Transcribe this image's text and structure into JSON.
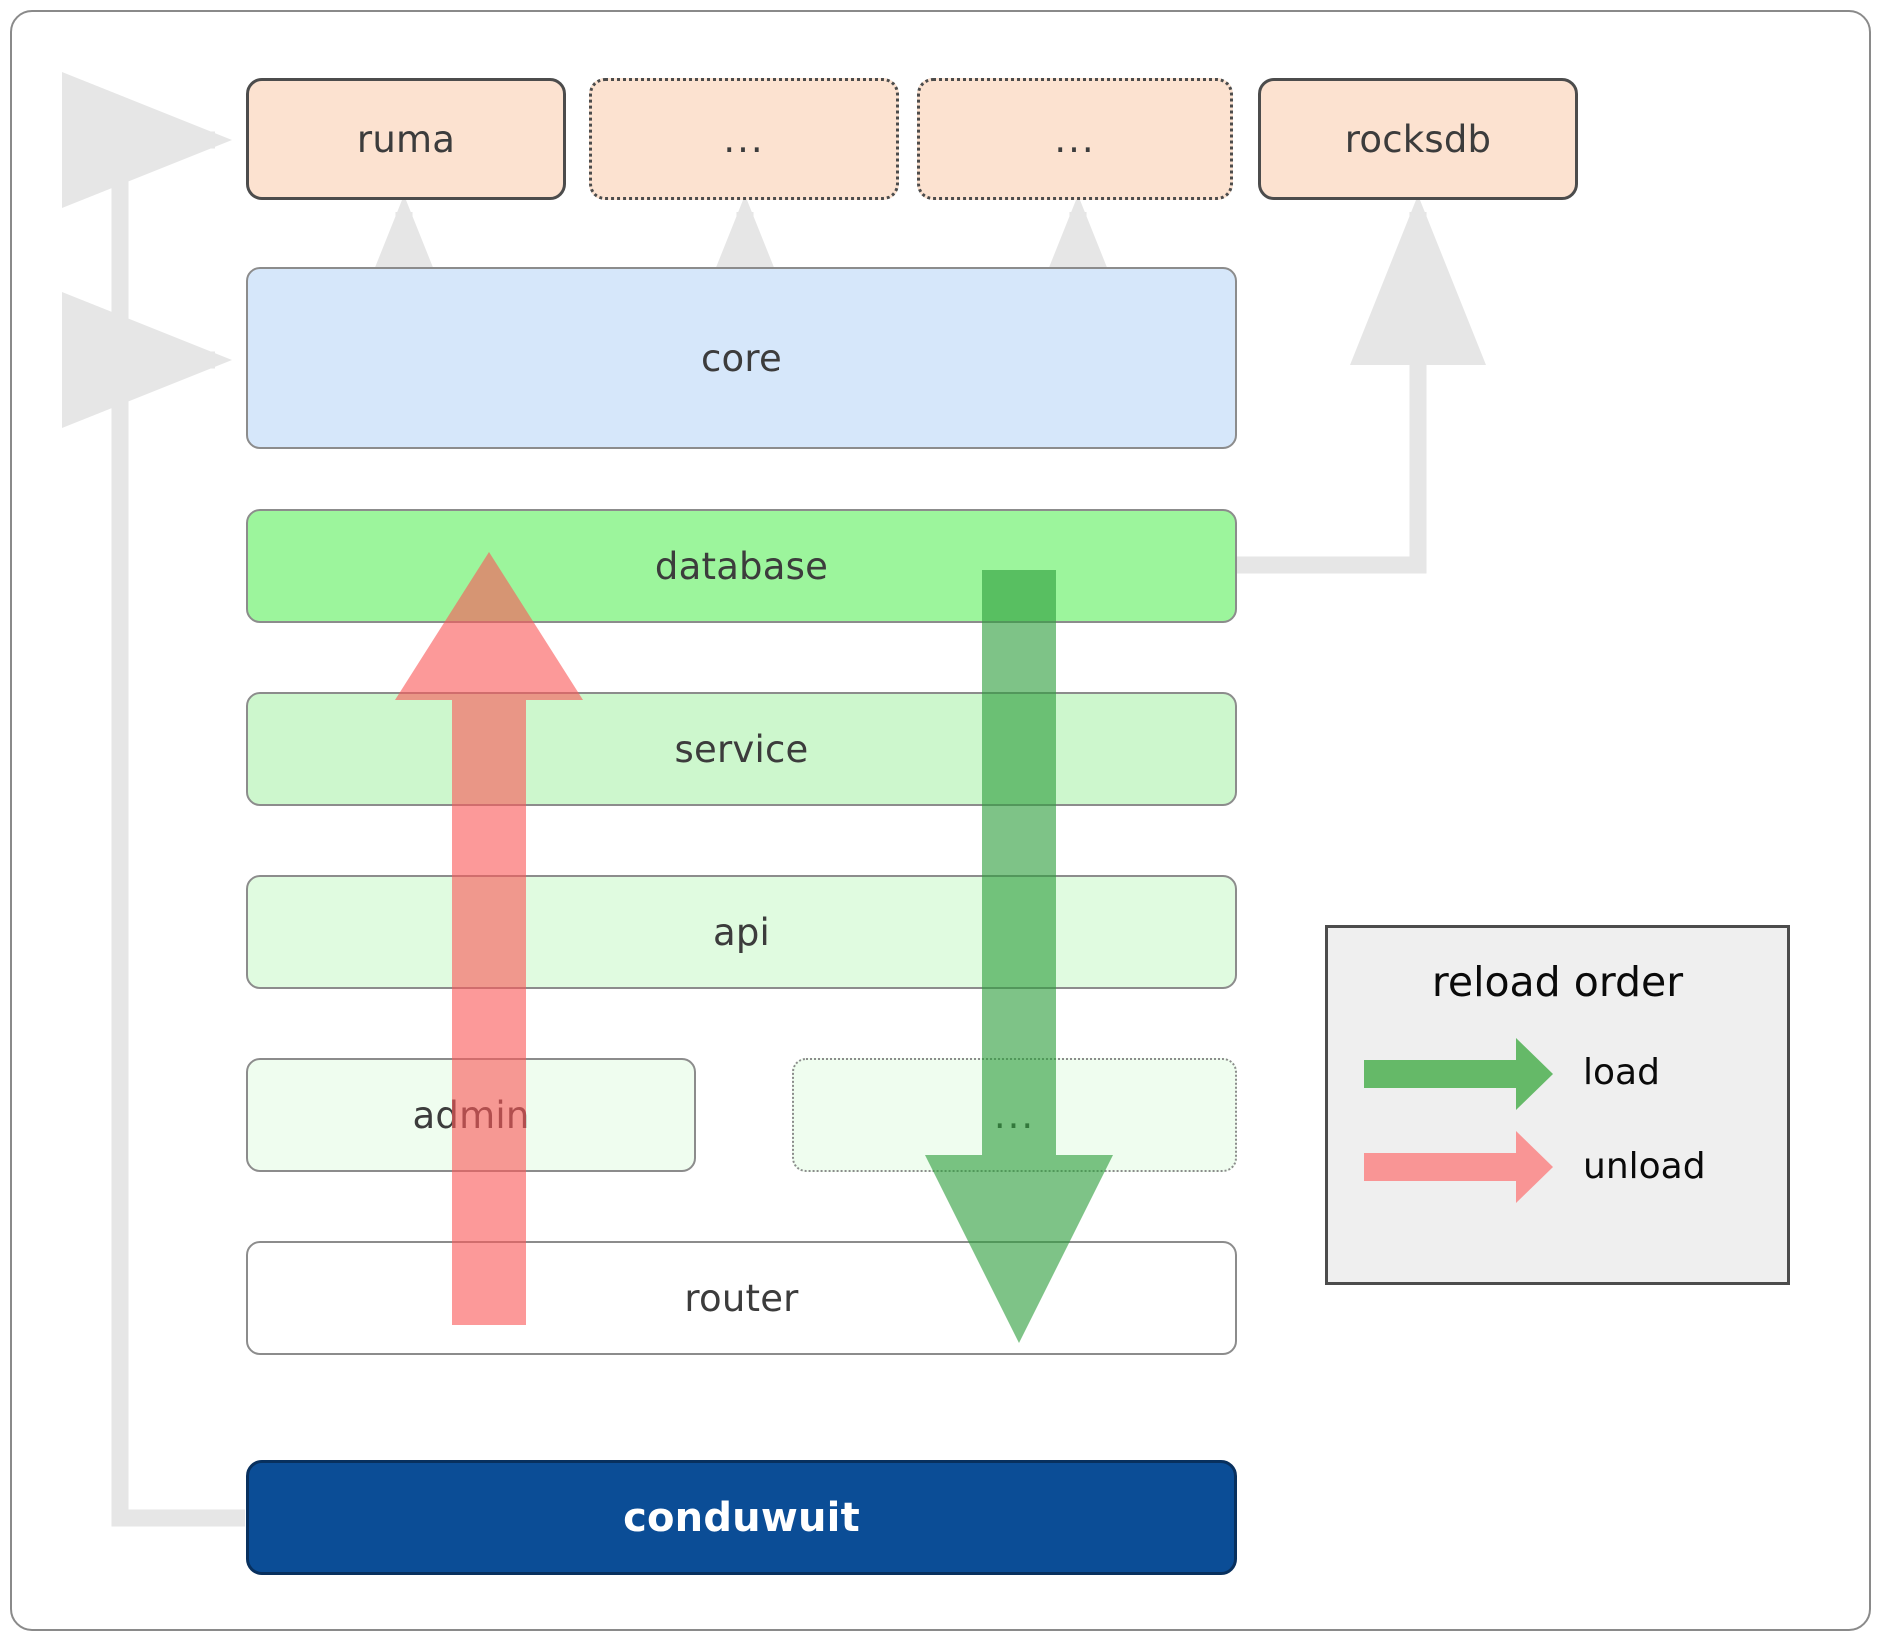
{
  "diagram": {
    "title": "conduwuit crate dependency / reload order diagram",
    "colors": {
      "dependency_fill": "#fce2d0",
      "dependency_border": "#4c4c4c",
      "core_fill": "#d6e7fa",
      "database_fill": "#9cf59c",
      "service_fill": "#cdf7cd",
      "api_fill": "#e0fbe0",
      "admin_fill": "#effdef",
      "router_fill": "#ffffff",
      "app_fill": "#0b4d96",
      "app_text": "#ffffff",
      "connector_gray": "#e6e6e6",
      "load_arrow": "#4caf50",
      "unload_arrow": "#fa8585",
      "legend_fill": "#efefef",
      "legend_border": "#4c4c4c",
      "text": "#3c3c3c"
    },
    "dependencies": [
      {
        "id": "ruma",
        "label": "ruma",
        "style": "solid"
      },
      {
        "id": "dep2",
        "label": "...",
        "style": "dotted"
      },
      {
        "id": "dep3",
        "label": "...",
        "style": "dotted"
      },
      {
        "id": "rocksdb",
        "label": "rocksdb",
        "style": "solid"
      }
    ],
    "layers": [
      {
        "id": "core",
        "label": "core",
        "style": "solid"
      },
      {
        "id": "database",
        "label": "database",
        "style": "solid"
      },
      {
        "id": "service",
        "label": "service",
        "style": "solid"
      },
      {
        "id": "api",
        "label": "api",
        "style": "solid"
      },
      {
        "id": "admin",
        "label": "admin",
        "style": "solid"
      },
      {
        "id": "more",
        "label": "...",
        "style": "dotted"
      },
      {
        "id": "router",
        "label": "router",
        "style": "solid"
      }
    ],
    "application": {
      "id": "conduwuit",
      "label": "conduwuit"
    },
    "legend": {
      "title": "reload order",
      "entries": [
        {
          "id": "load",
          "label": "load",
          "color": "#4caf50"
        },
        {
          "id": "unload",
          "label": "unload",
          "color": "#fa8585"
        }
      ]
    },
    "flow_arrows": [
      {
        "id": "load-arrow",
        "direction": "down",
        "meaning": "load",
        "from": "database",
        "to": "router"
      },
      {
        "id": "unload-arrow",
        "direction": "up",
        "meaning": "unload",
        "from": "router",
        "to": "database"
      }
    ]
  }
}
